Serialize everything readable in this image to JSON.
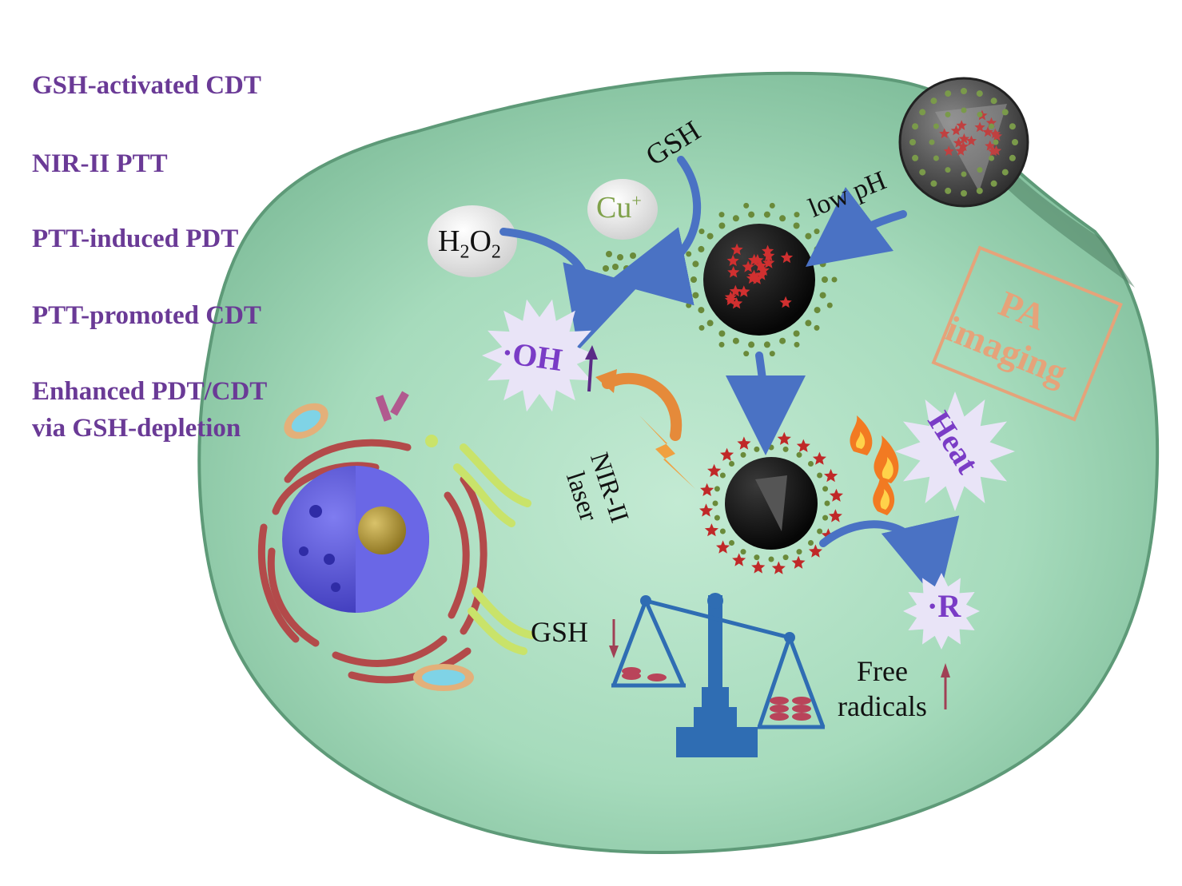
{
  "features": [
    {
      "line1": "GSH-activated CDT"
    },
    {
      "line1": "NIR-II PTT"
    },
    {
      "line1": "PTT-induced PDT"
    },
    {
      "line1": "PTT-promoted CDT"
    },
    {
      "line1": "Enhanced PDT/CDT",
      "line2": "via GSH-depletion"
    }
  ],
  "labels": {
    "gsh_top": "GSH",
    "cu_base": "Cu",
    "cu_sup": "+",
    "h2o2_h": "H",
    "h2o2_sub1": "2",
    "h2o2_o": "O",
    "h2o2_sub2": "2",
    "low_ph": "low pH",
    "oh_radical": "·OH",
    "nir_line1": "NIR-II",
    "nir_line2": "laser",
    "pa_line1": "PA",
    "pa_line2": "imaging",
    "heat": "Heat",
    "r_radical": "·R",
    "gsh_bottom": "GSH",
    "free_line1": "Free",
    "free_line2": "radicals"
  },
  "colors": {
    "cell": "#9fd4b4",
    "cell_edge": "#5e9a78",
    "legend_text": "#6a3a96",
    "radical_text": "#7a3cc6",
    "arrow_blue": "#4a72c4",
    "arrow_orange": "#e58a3a",
    "scale_blue": "#2f6db3",
    "pa_box": "#e5a37a",
    "dark_red_arrow": "#a04055"
  },
  "icons": [
    "nanoparticle-icon",
    "flame-icon",
    "balance-scale-icon",
    "lightning-icon",
    "mitochondria-icon",
    "nucleus-icon",
    "golgi-icon"
  ]
}
